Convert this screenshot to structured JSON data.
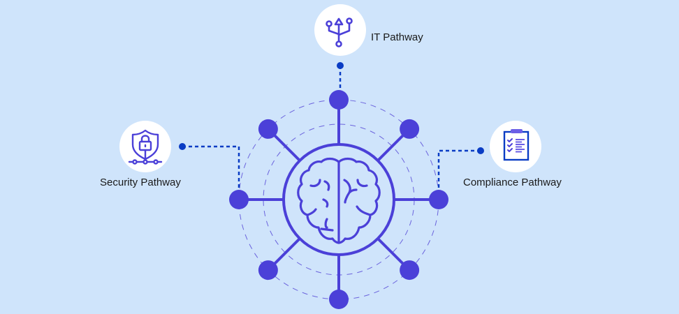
{
  "diagram": {
    "title": "",
    "center": {
      "name": "Brain",
      "icon": "brain-icon"
    },
    "pathways": [
      {
        "id": "it",
        "label": "IT Pathway",
        "icon": "usb-fork-icon",
        "position": "top"
      },
      {
        "id": "security",
        "label": "Security Pathway",
        "icon": "shield-lock-network-icon",
        "position": "left"
      },
      {
        "id": "compliance",
        "label": "Compliance Pathway",
        "icon": "clipboard-checklist-icon",
        "position": "right"
      }
    ],
    "spoke_count": 8
  },
  "colors": {
    "background": "#cfe4fb",
    "primary": "#4b40d8",
    "connector": "#0a3cc4",
    "icon_bg": "#ffffff",
    "text": "#1a1a1a"
  }
}
